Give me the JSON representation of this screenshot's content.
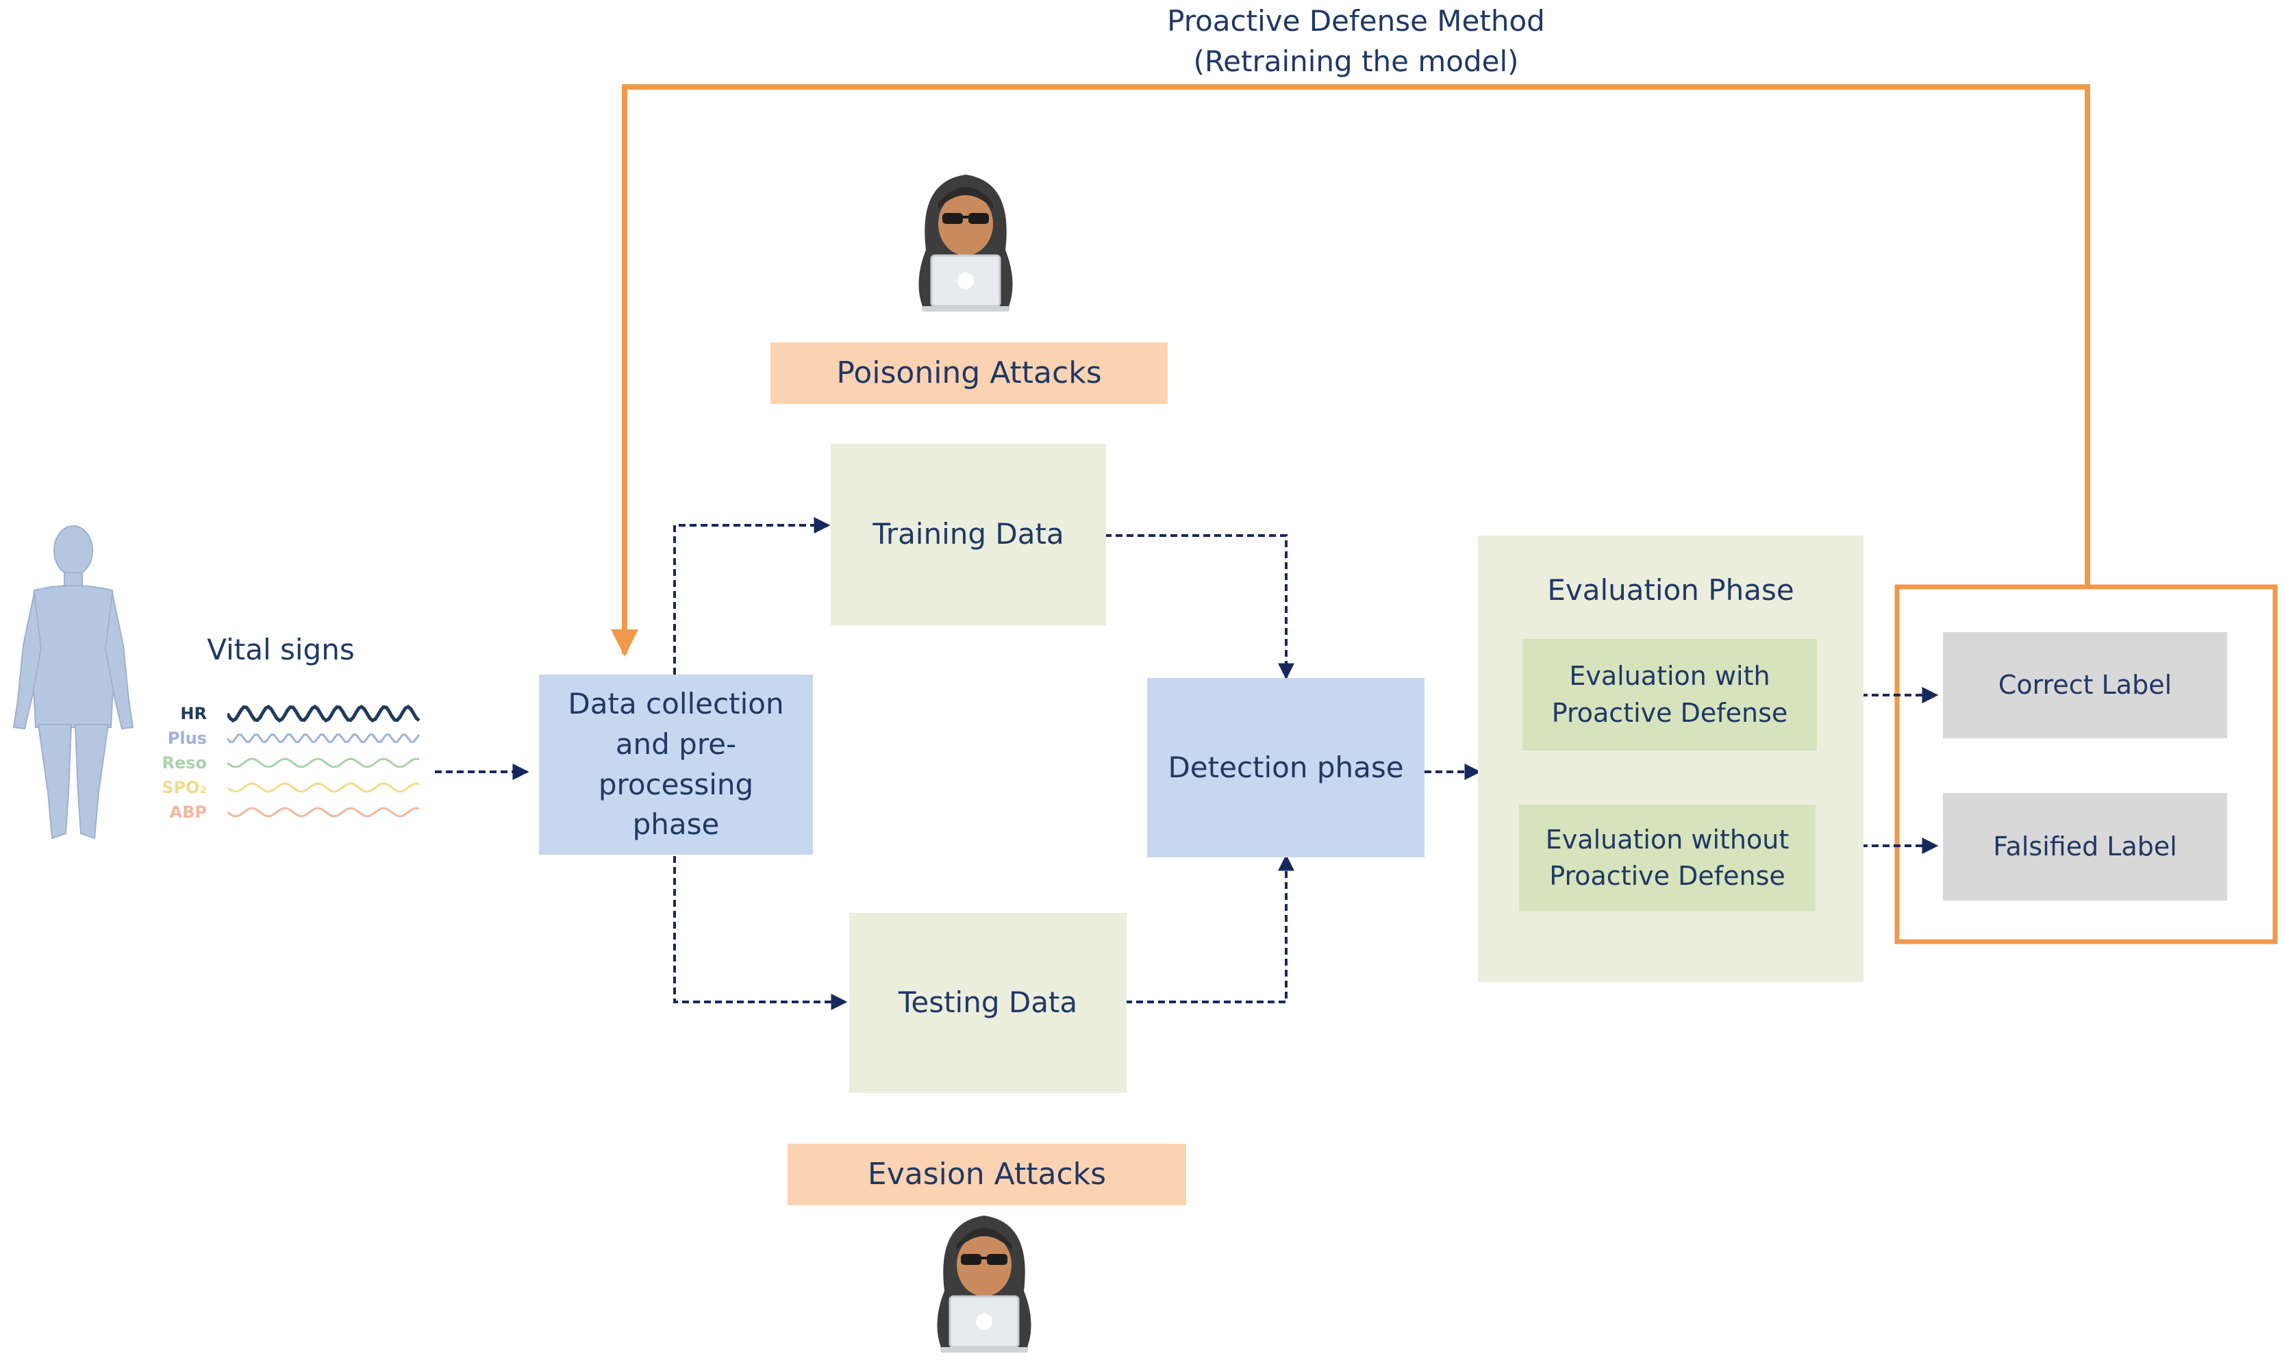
{
  "proactive": {
    "line1": "Proactive Defense Method",
    "line2": "(Retraining the model)"
  },
  "vital_signs": {
    "title": "Vital signs",
    "signals": [
      "HR",
      "Plus",
      "Reso",
      "SPO₂",
      "ABP"
    ]
  },
  "colors": {
    "signals": [
      "#1f3a5c",
      "#9bb3d6",
      "#a8d3a8",
      "#f2dc8a",
      "#f2b7a0"
    ],
    "orange": "#f0994a",
    "arrow": "#16295c",
    "text": "#1f3864"
  },
  "boxes": {
    "data_collection": [
      "Data collection",
      "and pre-",
      "processing",
      "phase"
    ],
    "training": "Training Data",
    "testing": "Testing Data",
    "detection": "Detection phase",
    "poisoning": "Poisoning Attacks",
    "evasion": "Evasion Attacks",
    "evaluation": {
      "title": "Evaluation Phase",
      "with": [
        "Evaluation with",
        "Proactive Defense"
      ],
      "without": [
        "Evaluation without",
        "Proactive Defense"
      ]
    },
    "correct_label": "Correct Label",
    "falsified_label": "Falsified Label"
  },
  "icons": {
    "human": "human-silhouette-icon",
    "hacker": "hacker-laptop-icon"
  }
}
